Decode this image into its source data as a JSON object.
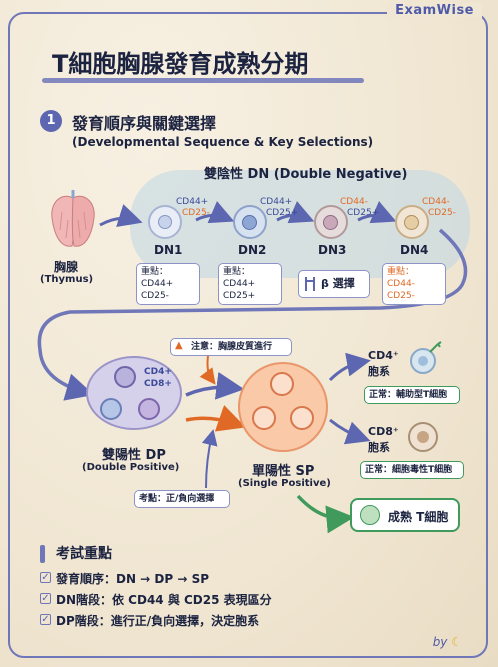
{
  "brand": "ExamWise",
  "title": "T細胞胸腺發育成熟分期",
  "section": {
    "number": "1",
    "title": "發育順序與關鍵選擇",
    "subtitle": "(Developmental Sequence & Key Selections)"
  },
  "dn_group": {
    "title": "雙陰性 DN (Double Negative)"
  },
  "thymus": {
    "label": "胸腺",
    "label_en": "(Thymus)"
  },
  "stages": [
    {
      "name": "DN1",
      "m1": "CD44+",
      "m2": "CD25-",
      "note": "重點：CD44+ CD25-"
    },
    {
      "name": "DN2",
      "m1": "CD44+",
      "m2": "CD25+",
      "note": "重點：CD44+ CD25+"
    },
    {
      "name": "DN3",
      "m1": "CD44-",
      "m2": "CD25+",
      "note": "β 選擇"
    },
    {
      "name": "DN4",
      "m1": "CD44-",
      "m2": "CD25-",
      "note": "重點：CD44- CD25-"
    }
  ],
  "dp": {
    "label": "雙陽性 DP",
    "label_en": "(Double Positive)",
    "m1": "CD4+",
    "m2": "CD8+",
    "note": "考點：正/負向選擇"
  },
  "cortex_note": "注意：胸腺皮質進行",
  "sp": {
    "label": "單陽性 SP",
    "label_en": "(Single Positive)"
  },
  "cd4": {
    "label": "CD4⁺",
    "label2": "胞系",
    "note": "正常：輔助型T細胞"
  },
  "cd8": {
    "label": "CD8⁺",
    "label2": "胞系",
    "note": "正常：細胞毒性T細胞"
  },
  "mature": {
    "label": "成熟 T細胞"
  },
  "key": {
    "heading": "考試重點",
    "items": [
      "發育順序：DN → DP → SP",
      "DN階段：依 CD44 與 CD25 表現區分",
      "DP階段：進行正/負向選擇，決定胞系"
    ]
  },
  "by": "by",
  "colors": {
    "accent": "#5d66b0",
    "orange": "#e06a25",
    "green": "#3f9a5c"
  }
}
